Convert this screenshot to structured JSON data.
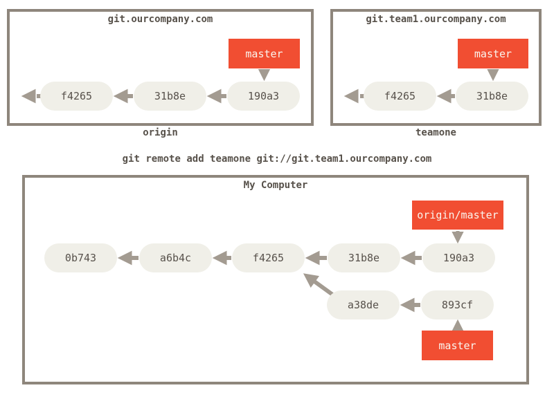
{
  "colors": {
    "accent_red": "#f14e32",
    "tag_text": "#faf5ee",
    "commit_fill": "#f0efe8",
    "commit_text": "#57514b",
    "arrow_gray": "#a39b91",
    "border_gray": "#8e867c",
    "label_text": "#57514a",
    "background": "#ffffff"
  },
  "command_caption": "git remote add teamone git://git.team1.ourcompany.com",
  "origin_remote": {
    "title": "git.ourcompany.com",
    "caption": "origin",
    "branch_label": "master",
    "commits": [
      "f4265",
      "31b8e",
      "190a3"
    ]
  },
  "teamone_remote": {
    "title": "git.team1.ourcompany.com",
    "caption": "teamone",
    "branch_label": "master",
    "commits": [
      "f4265",
      "31b8e"
    ]
  },
  "my_computer": {
    "title": "My Computer",
    "remote_branch_label": "origin/master",
    "branch_label": "master",
    "main_commits": [
      "0b743",
      "a6b4c",
      "f4265",
      "31b8e",
      "190a3"
    ],
    "topic_commits": [
      "a38de",
      "893cf"
    ]
  }
}
